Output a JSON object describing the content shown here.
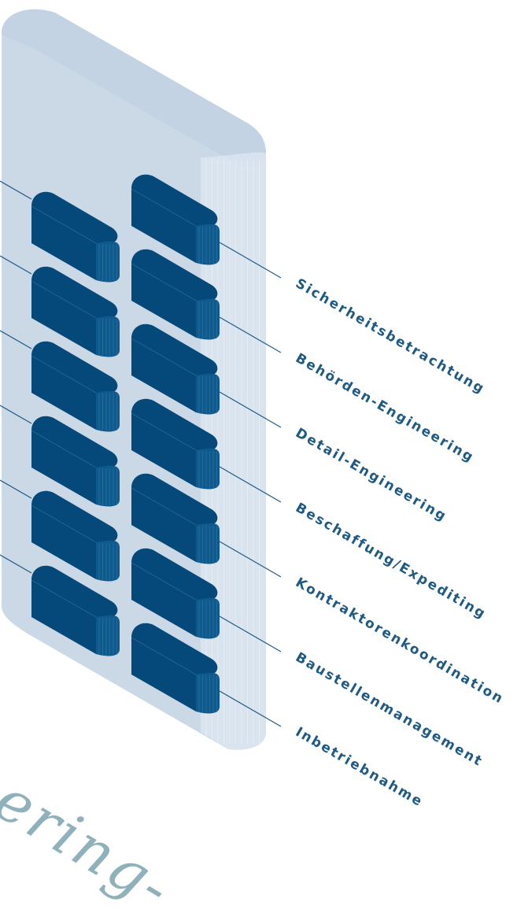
{
  "colors": {
    "tower_face": "#cbd9e7",
    "tower_top": "#c3d3e4",
    "tower_side": "#dde7f1",
    "block_dark": "#05497a",
    "block_side": "#0e5a8e",
    "line": "#1f5a85",
    "label": "#1f5a85",
    "decor_text": "#8fb1bb"
  },
  "labels": [
    "Sicherheitsbetrachtung",
    "Behörden-Engineering",
    "Detail-Engineering",
    "Beschaffung/Expediting",
    "Kontraktorenkoordination",
    "Baustellenmanagement",
    "Inbetriebnahme"
  ],
  "decor_text": "ering-"
}
